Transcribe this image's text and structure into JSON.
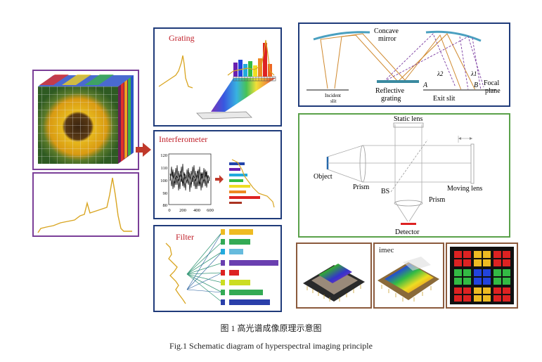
{
  "panels": {
    "grating": {
      "title": "Grating"
    },
    "interferometer": {
      "title": "Interferometer",
      "yticks": [
        "120",
        "110",
        "100",
        "90",
        "80"
      ],
      "xticks": [
        "0",
        "200",
        "400",
        "600"
      ]
    },
    "filter": {
      "title": "Filter"
    },
    "concave_mirror": {
      "concave_label": "Concave",
      "mirror_label": "mirror",
      "incident_label": "Incident",
      "slit_label": "slit",
      "reflective_label": "Reflective",
      "grating_label": "grating",
      "exit_slit_label": "Exit slit",
      "focal_label": "Focal",
      "plane_label": "plane",
      "a_label": "A",
      "b_label": "B",
      "lambda2_label": "λ2",
      "lambda1_label": "λ1"
    },
    "prism_setup": {
      "static_lens_label": "Static lens",
      "object_label": "Object",
      "prism_left_label": "Prism",
      "bs_label": "BS",
      "moving_lens_label": "Moving lens",
      "prism_bottom_label": "Prism",
      "detector_label": "Detector"
    },
    "chips": {
      "imec_label": "imec"
    }
  },
  "captions": {
    "chinese": "图 1  高光谱成像原理示意图",
    "english": "Fig.1  Schematic diagram of hyperspectral imaging principle"
  },
  "colors": {
    "frame_purple": "#7b3f98",
    "frame_navy": "#1f3b7a",
    "frame_green": "#5aa14a",
    "frame_brown": "#8b5a3c",
    "spectrum_line": "#d9a521",
    "arrow_red": "#c0392b",
    "title_red": "#c0202a"
  }
}
